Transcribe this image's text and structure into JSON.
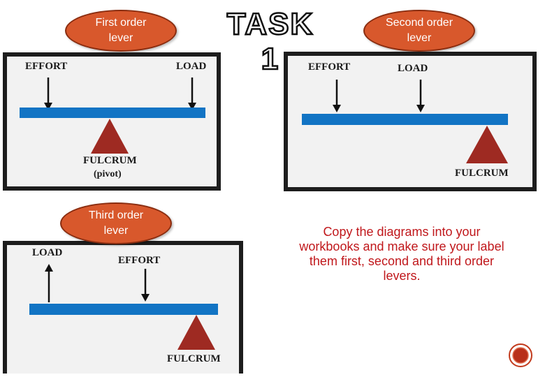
{
  "title": "TASK 1",
  "bubbles": {
    "first": "First order lever",
    "second": "Second order lever",
    "third": "Third order lever"
  },
  "diagrams": {
    "first": {
      "effort": "EFFORT",
      "load": "LOAD",
      "fulcrum": "FULCRUM",
      "pivot": "(pivot)"
    },
    "second": {
      "effort": "EFFORT",
      "load": "LOAD",
      "fulcrum": "FULCRUM"
    },
    "third": {
      "load": "LOAD",
      "effort": "EFFORT",
      "fulcrum": "FULCRUM"
    }
  },
  "instruction": "Copy the diagrams into your workbooks and make sure your label them first, second and third order levers.",
  "colors": {
    "bubble": "#d8582c",
    "beam": "#1274c4",
    "fulcrum": "#9e2a22",
    "instruction_text": "#c0171b"
  }
}
